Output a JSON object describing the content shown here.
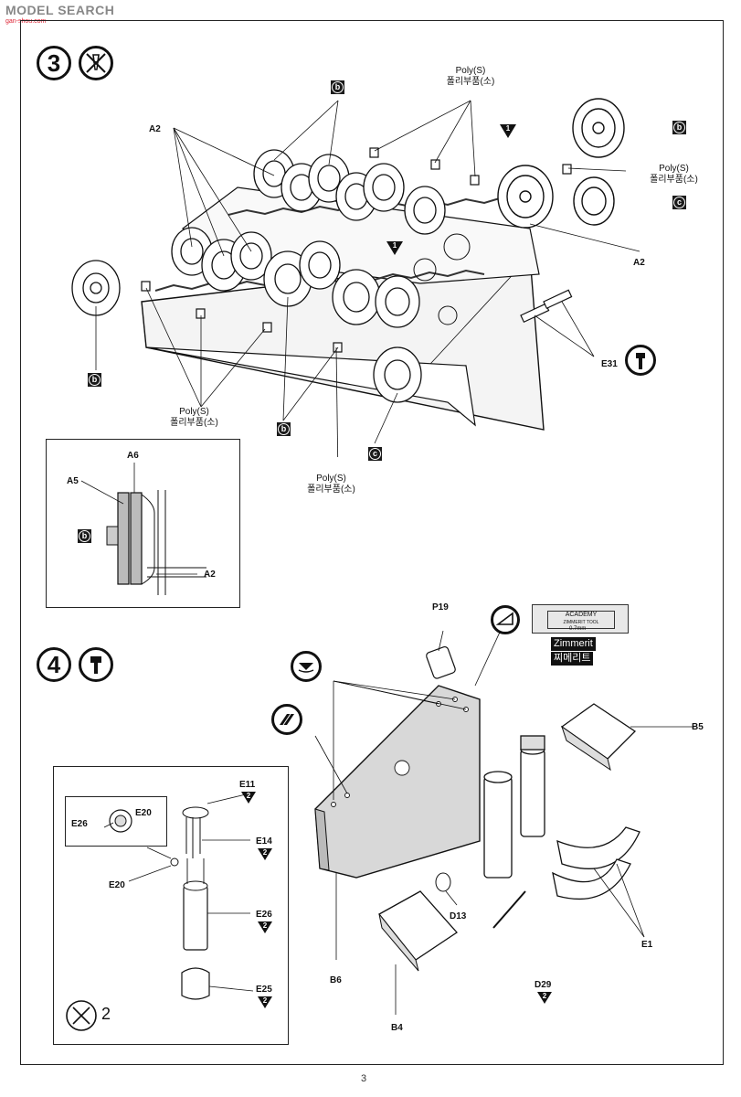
{
  "watermark": {
    "logo_text": "MODEL SEARCH",
    "sub_text": "gan-shou.com"
  },
  "page_number": "3",
  "step3": {
    "number": "3",
    "labels": {
      "a2_left": "A2",
      "a2_right": "A2",
      "poly_top_en": "Poly(S)",
      "poly_top_kr": "폴리부품(소)",
      "poly_right_en": "Poly(S)",
      "poly_right_kr": "폴리부품(소)",
      "poly_left_en": "Poly(S)",
      "poly_left_kr": "폴리부품(소)",
      "poly_mid_en": "Poly(S)",
      "poly_mid_kr": "폴리부품(소)",
      "e31": "E31",
      "tri_1": "1",
      "tri_2": "1"
    },
    "tags": {
      "b": "b",
      "c": "c"
    },
    "inset": {
      "a6": "A6",
      "a5": "A5",
      "a2": "A2",
      "tag_b": "b"
    }
  },
  "step4": {
    "number": "4",
    "labels": {
      "p19": "P19",
      "b5": "B5",
      "b6": "B6",
      "b4": "B4",
      "d13": "D13",
      "d29": "D29",
      "d29_qty": "2",
      "e1": "E1"
    },
    "zimmerit": {
      "en": "Zimmerit",
      "kr": "찌메리트",
      "card_brand": "ACADEMY",
      "card_sub": "ZIMMERIT TOOL",
      "card_value": "0.7mm"
    },
    "inset": {
      "e11": "E11",
      "e11_qty": "2",
      "e14": "E14",
      "e14_qty": "2",
      "e26": "E26",
      "e26_qty": "2",
      "e25": "E25",
      "e25_qty": "2",
      "e20_a": "E20",
      "e20_b": "E20",
      "e26_small": "E26",
      "repeat_qty": "2"
    }
  }
}
